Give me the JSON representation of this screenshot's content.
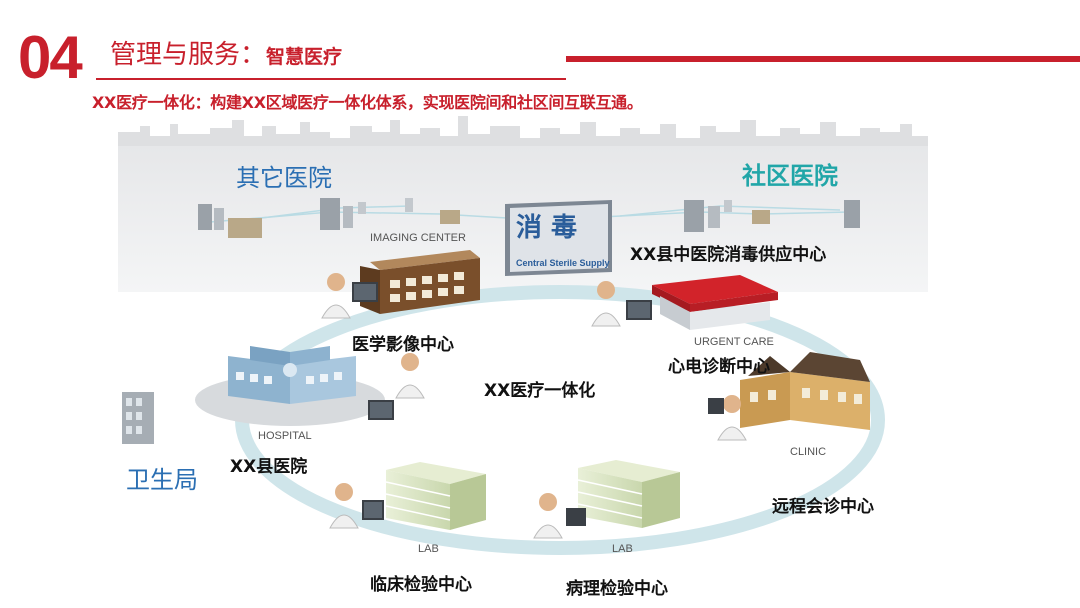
{
  "header": {
    "number": "04",
    "title": "管理与服务：",
    "title_sub": "智慧医疗",
    "subtitle": "XX医疗一体化：构建XX区域医疗一体化体系，实现医院间和社区间互联互通。"
  },
  "diagram": {
    "center_label": "XX医疗一体化",
    "other_hospitals": "其它医院",
    "community_hospitals": "社区医院",
    "health_bureau": "卫生局",
    "disinfection_center": "XX县中医院消毒供应中心",
    "sign_text_cn": "消 毒",
    "sign_text_en": "Central Sterile Supply",
    "imaging_center_tag": "IMAGING CENTER",
    "imaging_center": "医学影像中心",
    "urgent_care_tag": "URGENT CARE",
    "ecg_center": "心电诊断中心",
    "hospital_tag": "HOSPITAL",
    "county_hospital": "XX县医院",
    "clinic_tag": "CLINIC",
    "remote_consult": "远程会诊中心",
    "lab_tag_1": "LAB",
    "lab_tag_2": "LAB",
    "clinical_lab": "临床检验中心",
    "pathology_lab": "病理检验中心"
  },
  "colors": {
    "accent": "#c8202c",
    "ring": "#cfe5ea",
    "blue_label": "#2b6fb3",
    "teal_label": "#21a6a8"
  }
}
